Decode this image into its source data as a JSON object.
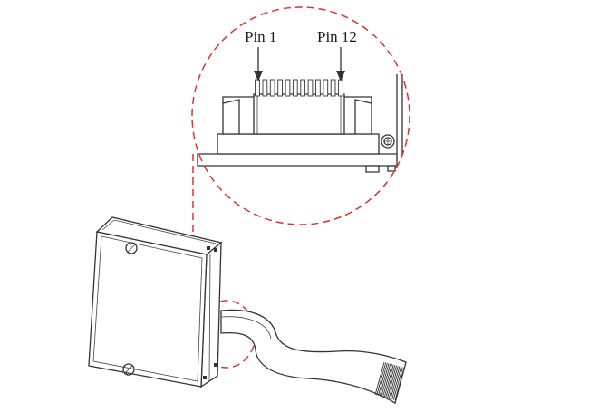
{
  "labels": {
    "pin_first": "Pin 1",
    "pin_last": "Pin 12"
  },
  "pin_count": 12,
  "colors": {
    "callout": "#e03030",
    "line": "#333333",
    "background": "#ffffff"
  }
}
